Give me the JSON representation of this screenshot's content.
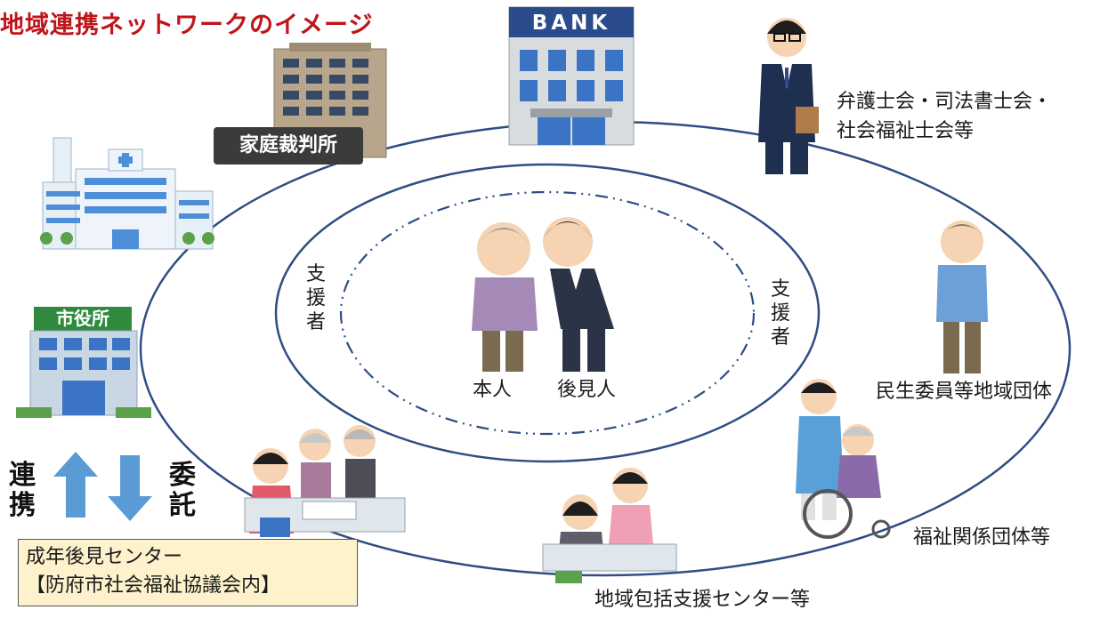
{
  "title": "地域連携ネットワークのイメージ",
  "nodes": {
    "family_court": "家庭裁判所",
    "bank": "BANK",
    "lawyers_line1": "弁護士会・司法書士会・",
    "lawyers_line2": "社会福祉士会等",
    "city_hall": "市役所",
    "welfare_commissioners": "民生委員等地域団体",
    "welfare_orgs": "福祉関係団体等",
    "community_center": "地域包括支援センター等"
  },
  "inner": {
    "supporter_left": "支援者",
    "supporter_right": "支援者",
    "person": "本人",
    "guardian": "後見人"
  },
  "arrows": {
    "up_label": "連携",
    "down_label": "委託"
  },
  "center_box": {
    "line1": "成年後見センター",
    "line2": "【防府市社会福祉協議会内】"
  },
  "colors": {
    "ring": "#2f4d85",
    "title": "#c0141b",
    "arrow": "#5b9bd5",
    "center_box_bg": "#fdf2cc"
  }
}
